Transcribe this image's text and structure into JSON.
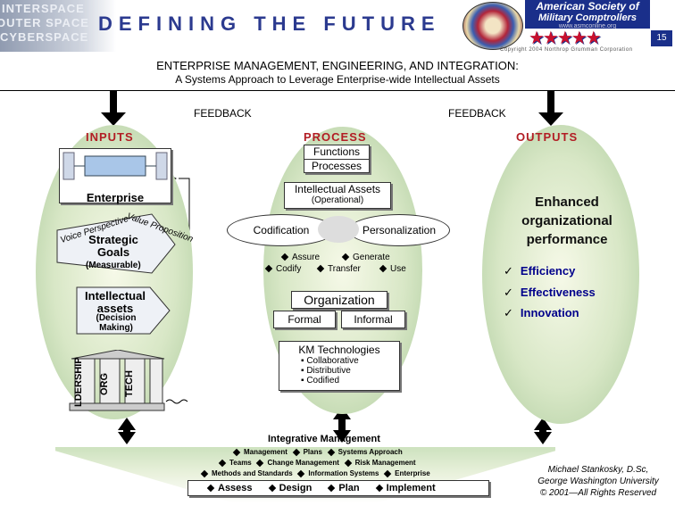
{
  "header": {
    "ghost_words": [
      "INTERSPACE",
      "OUTER SPACE",
      "CYBERSPACE"
    ],
    "banner": "DEFINING THE FUTURE",
    "org_line1": "American Society of",
    "org_line2": "Military Comptrollers",
    "org_url": "www.asmconline.org",
    "page_number": "15",
    "copyright": "Copyright 2004 Northrop Grumman Corporation"
  },
  "title": "ENTERPRISE MANAGEMENT, ENGINEERING, AND INTEGRATION:",
  "subtitle": "A Systems Approach to Leverage Enterprise-wide Intellectual Assets",
  "feedback_left": "FEEDBACK",
  "feedback_right": "FEEDBACK",
  "inputs": {
    "header": "INPUTS",
    "enterprise": "Enterprise",
    "strategic_goals": "Strategic Goals",
    "measurable": "(Measurable)",
    "curve_text_left": "Voice Perspective",
    "curve_text_right": "Value Proposition",
    "intellectual_assets": "Intellectual assets",
    "decision_making": "(Decision Making)",
    "pillars": [
      "LDERSHIP",
      "ORG",
      "TECH"
    ]
  },
  "process": {
    "header": "PROCESS",
    "functions": "Functions",
    "processes": "Processes",
    "intellectual_assets": "Intellectual Assets",
    "operational": "(Operational)",
    "codification": "Codification",
    "personalization": "Personalization",
    "actions": [
      "Assure",
      "Generate",
      "Codify",
      "Transfer",
      "Use"
    ],
    "organization": "Organization",
    "formal": "Formal",
    "informal": "Informal",
    "km_title": "KM Technologies",
    "km_items": [
      "Collaborative",
      "Distributive",
      "Codified"
    ]
  },
  "outputs": {
    "header": "OUTPUTS",
    "performance": "Enhanced organizational performance",
    "checks": [
      "Efficiency",
      "Effectiveness",
      "Innovation"
    ]
  },
  "integrative": {
    "title": "Integrative Management",
    "row1": [
      "Management",
      "Plans",
      "Systems Approach"
    ],
    "row2": [
      "Teams",
      "Change Management",
      "Risk Management"
    ],
    "row3": [
      "Methods and Standards",
      "Information Systems",
      "Enterprise"
    ],
    "bar": [
      "Assess",
      "Design",
      "Plan",
      "Implement"
    ]
  },
  "signature": {
    "name": "Michael Stankosky, D.Sc,",
    "univ": "George Washington University",
    "rights": "© 2001—All Rights Reserved"
  },
  "colors": {
    "accent": "#b21d24",
    "navy": "#1a2f8a",
    "ellipse": "#d8e7c6"
  }
}
